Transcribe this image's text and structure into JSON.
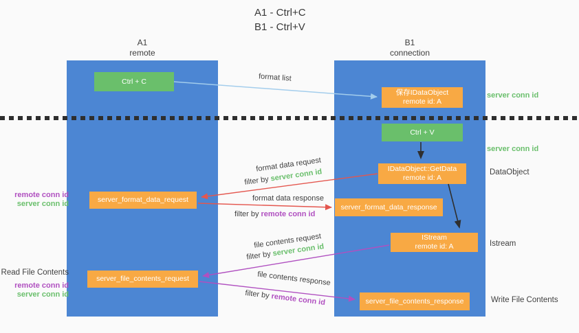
{
  "title": {
    "line1": "A1 - Ctrl+C",
    "line2": "B1 - Ctrl+V"
  },
  "lanes": {
    "a1": {
      "name": "A1",
      "subtitle": "remote"
    },
    "b1": {
      "name": "B1",
      "subtitle": "connection"
    }
  },
  "nodes": {
    "ctrl_c": {
      "label": "Ctrl + C"
    },
    "save_dataobject": {
      "line1": "保存IDataObject",
      "line2": "remote id: A"
    },
    "ctrl_v": {
      "label": "Ctrl + V"
    },
    "getdata": {
      "line1": "IDataObject::GetData",
      "line2": "remote id: A"
    },
    "format_request": {
      "label": "server_format_data_request"
    },
    "format_response": {
      "label": "server_format_data_response"
    },
    "istream": {
      "line1": "IStream",
      "line2": "remote id: A"
    },
    "file_request": {
      "label": "server_file_contents_request"
    },
    "file_response": {
      "label": "server_file_contents_response"
    }
  },
  "annotations": {
    "server_conn_id_right_top": "server conn id",
    "server_conn_id_right_mid": "server conn id",
    "dataobject": "DataObject",
    "istream": "Istream",
    "write_file_contents": "Write File Contents",
    "read_file_contents": "Read File Contents",
    "remote_conn_id_left_top": "remote conn id",
    "server_conn_id_left_top": "server conn id",
    "remote_conn_id_left_bottom": "remote conn id",
    "server_conn_id_left_bottom": "server conn id"
  },
  "arrows": {
    "format_list": {
      "label": "format list"
    },
    "format_data_request": {
      "label": "format data request",
      "filter_prefix": "filter by",
      "filter_key": "server conn id"
    },
    "format_data_response": {
      "label": "format data response",
      "filter_prefix": "filter by",
      "filter_key": "remote conn id"
    },
    "file_contents_request": {
      "label": "file contents request",
      "filter_prefix": "filter by",
      "filter_key": "server conn id"
    },
    "file_contents_response": {
      "label": "file contents response",
      "filter_prefix": "filter by",
      "filter_key": "remote conn id"
    }
  },
  "colors": {
    "lane_blue": "#4c86d3",
    "box_green": "#6abf6b",
    "box_orange": "#f8a944",
    "arrow_light_blue": "#a3cdec",
    "arrow_red": "#e4564e",
    "arrow_magenta": "#b050c0",
    "arrow_black": "#2f2f2f",
    "text_green": "#6abf6c",
    "text_purple": "#b050c0",
    "text_dark": "#3f3f3f"
  }
}
